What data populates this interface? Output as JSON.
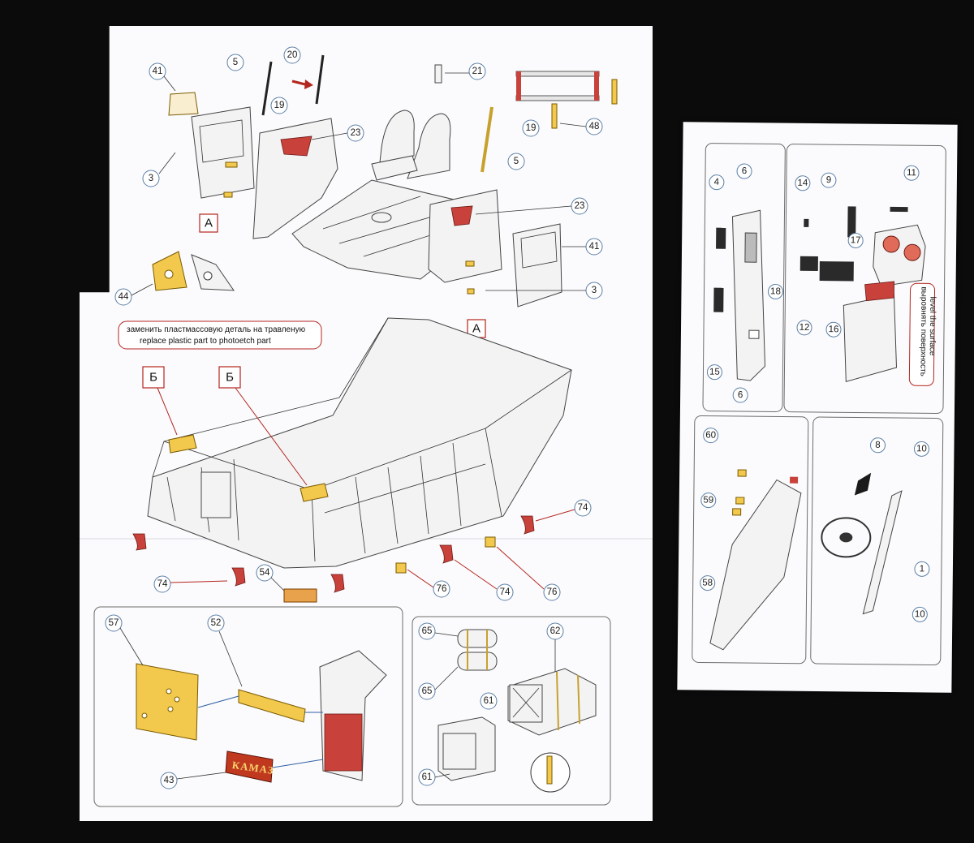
{
  "main_sheet": {
    "callouts_top": [
      "41",
      "5",
      "20",
      "19",
      "21",
      "23",
      "3",
      "19",
      "48",
      "5",
      "23",
      "41",
      "3"
    ],
    "section_letters": {
      "a_left": "А",
      "a_right": "А",
      "b_left": "Б",
      "b_right": "Б"
    },
    "callout_44": "44",
    "note_ru": "заменить пластмассовую деталь на травленую",
    "note_en": "replace plastic part to photoetch part",
    "callouts_body": [
      "74",
      "74",
      "54",
      "76",
      "74",
      "76"
    ],
    "panel_left_callouts": [
      "57",
      "52",
      "43"
    ],
    "kamaz_logo": "КАМАЗ",
    "panel_right_callouts": [
      "65",
      "62",
      "65",
      "61",
      "61"
    ]
  },
  "small_sheet": {
    "panel1_callouts": [
      "4",
      "6",
      "18",
      "15",
      "6"
    ],
    "panel2_callouts": [
      "14",
      "9",
      "11",
      "17",
      "12",
      "16"
    ],
    "panel2_note_ru": "выровнять поверхность",
    "panel2_note_en": "level the surface",
    "panel3_callouts": [
      "60",
      "59",
      "58"
    ],
    "panel4_callouts": [
      "8",
      "10",
      "1",
      "10"
    ]
  }
}
